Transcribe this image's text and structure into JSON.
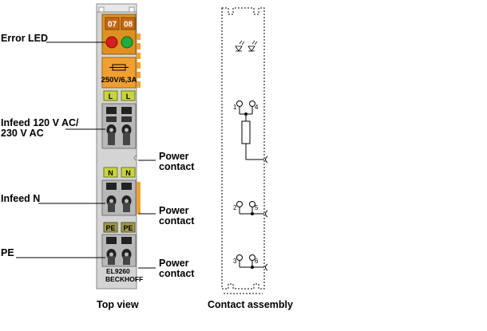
{
  "labels": {
    "error_led": "Error LED",
    "infeed_ac_line1": "Infeed 120 V AC/",
    "infeed_ac_line2": "230 V AC",
    "infeed_n": "Infeed N",
    "pe": "PE",
    "power_contact_1_line1": "Power",
    "power_contact_1_line2": "contact",
    "power_contact_2_line1": "Power",
    "power_contact_2_line2": "contact",
    "power_contact_3_line1": "Power",
    "power_contact_3_line2": "contact"
  },
  "captions": {
    "top_view": "Top view",
    "contact_assembly": "Contact assembly"
  },
  "terminal": {
    "led_numbers": [
      "07",
      "08"
    ],
    "fuse_rating": "250V/6,3A",
    "row_labels": {
      "l": [
        "L",
        "L"
      ],
      "n": [
        "N",
        "N"
      ],
      "pe": [
        "PE",
        "PE"
      ]
    },
    "model": "EL9260",
    "brand": "BECKHOFF"
  },
  "schematic": {
    "contact_numbers": [
      "1",
      "4",
      "2",
      "5",
      "3",
      "6"
    ]
  },
  "colors": {
    "housing": "#c8c8c8",
    "orange": "#f0a030",
    "led_red": "#e02020",
    "led_green": "#20b040",
    "yellow_green": "#c8d43c",
    "olive": "#a09a4c",
    "line": "#000000"
  }
}
